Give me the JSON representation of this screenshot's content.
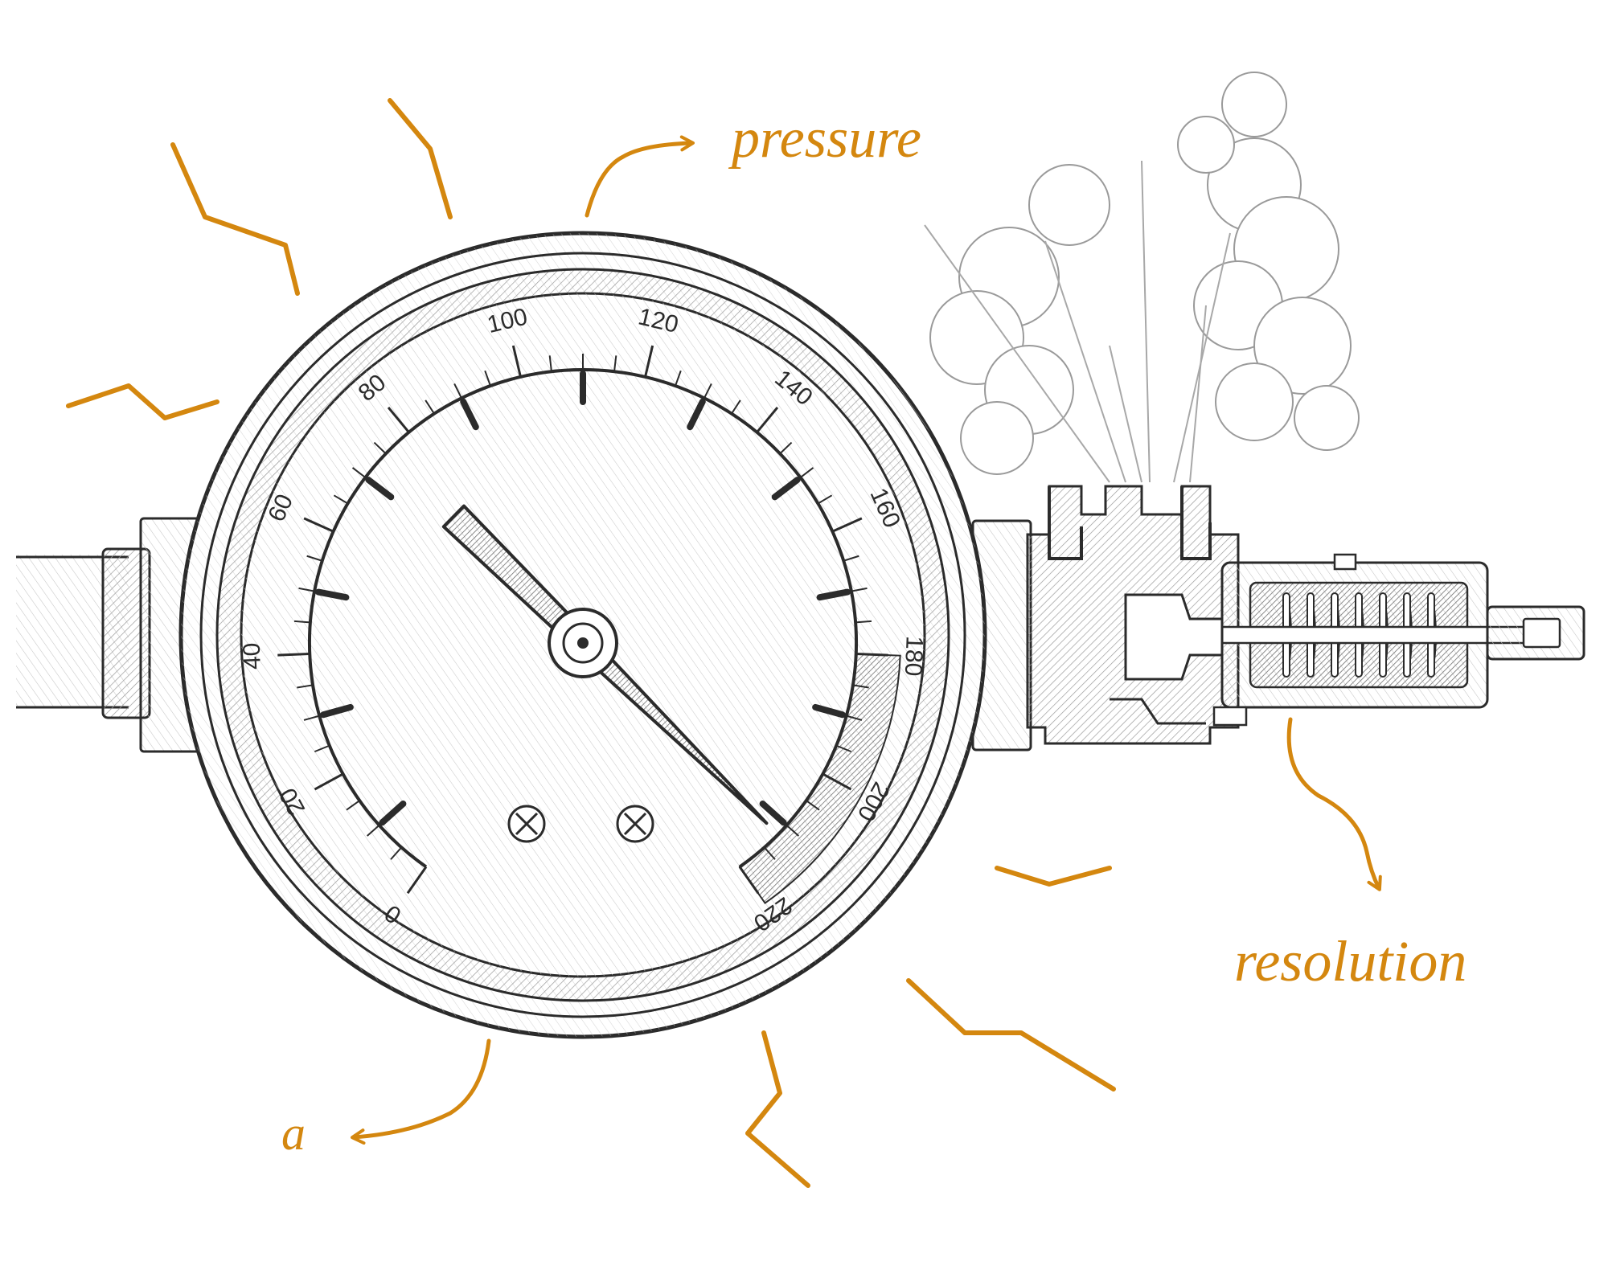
{
  "annotations": {
    "pressure": "pressure",
    "resolution": "resolution",
    "a": "a"
  },
  "gauge": {
    "scale_labels": [
      "0",
      "20",
      "40",
      "60",
      "80",
      "100",
      "120",
      "140",
      "160",
      "180",
      "200",
      "220"
    ],
    "scale_min": 0,
    "scale_max": 220,
    "needle_value": 212,
    "red_zone_start": 180
  },
  "colors": {
    "accent": "#D4870F",
    "ink": "#2b2b2b",
    "shade": "#8a8a8a",
    "paper": "#ffffff"
  },
  "icons": [
    "pressure-gauge-icon",
    "relief-valve-icon",
    "steam-cloud-icon",
    "tension-zigzag-icon",
    "arrow-icon"
  ]
}
